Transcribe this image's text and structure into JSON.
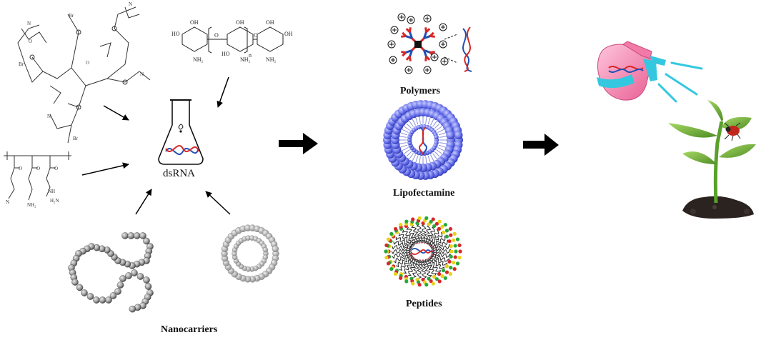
{
  "labels": {
    "dsrna": "dsRNA",
    "nanocarriers": "Nanocarriers",
    "polymers": "Polymers",
    "lipofectamine": "Lipofectamine",
    "peptides": "Peptides"
  },
  "chem": {
    "chitosan_nh2": "NH₂",
    "chitosan_ho": "HO",
    "chitosan_oh": "OH",
    "chitosan_o": "O",
    "chitosan_n": "n",
    "nh2": "NH₂",
    "nh": "NH",
    "h2n": "H₂N",
    "br": "Br",
    "n": "N",
    "o": "O"
  },
  "colors": {
    "arrow": "#000000",
    "dsrna_red": "#d62728",
    "dsrna_blue": "#1f4fb4",
    "lipid_blue": "#5a64e6",
    "peptide_yellow": "#e8d21a",
    "peptide_green": "#27a83a",
    "peptide_red": "#d6282a",
    "dendrimer_black": "#111111",
    "spray_pink": "#f27aa8",
    "spray_cyan": "#34c8e0",
    "leaf_green": "#7bbf3a",
    "soil": "#2a2320",
    "beetle_red": "#c0281c"
  },
  "icons": [
    "flask-icon",
    "plus-charge-icon",
    "dna-helix-icon",
    "spray-bottle-icon",
    "plant-icon",
    "beetle-icon"
  ]
}
